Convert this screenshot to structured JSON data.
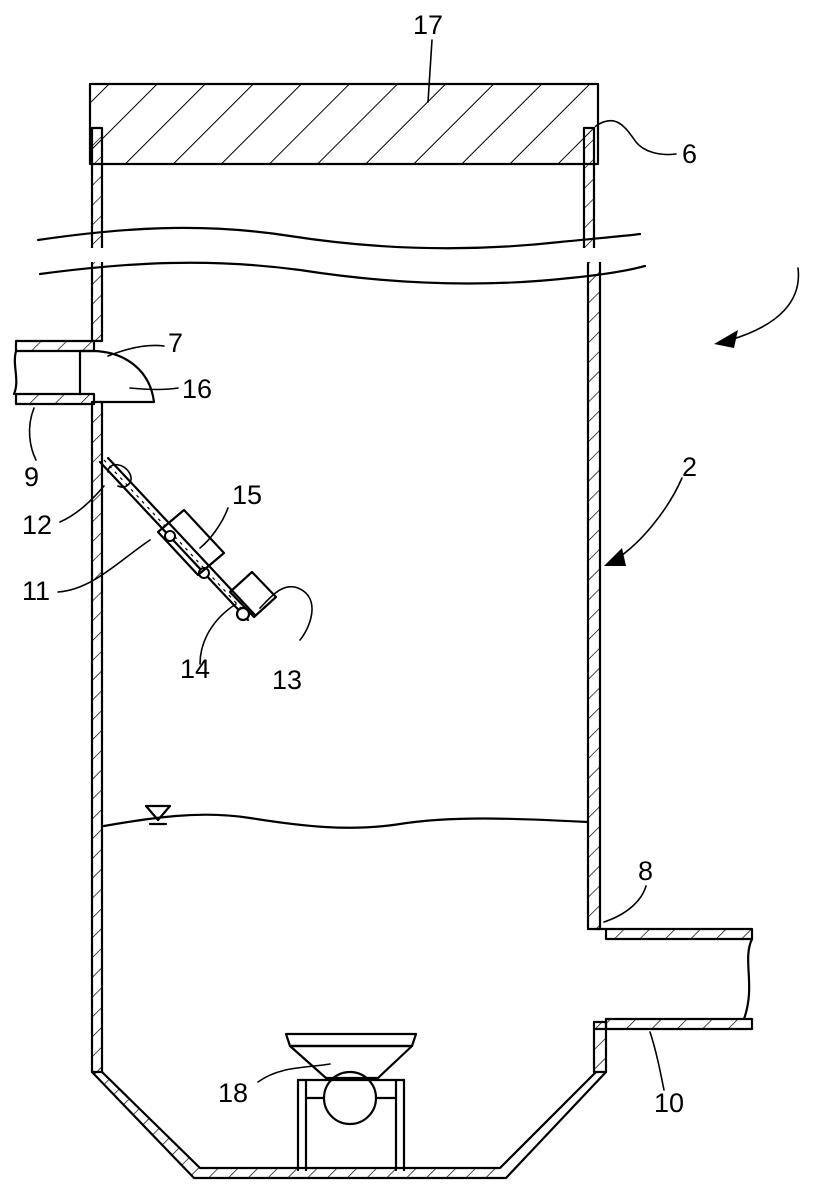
{
  "figure": {
    "labels": {
      "cover": "17",
      "wall_right_top": "6",
      "inlet_elbow": "7",
      "elbow_nozzle": "16",
      "inlet_pipe": "9",
      "hinge": "12",
      "float_rod": "11",
      "weight_upper": "15",
      "weight_lower": "14",
      "float_ball": "13",
      "tank": "2",
      "outlet_top": "8",
      "outlet_pipe": "10",
      "valve": "18"
    }
  }
}
